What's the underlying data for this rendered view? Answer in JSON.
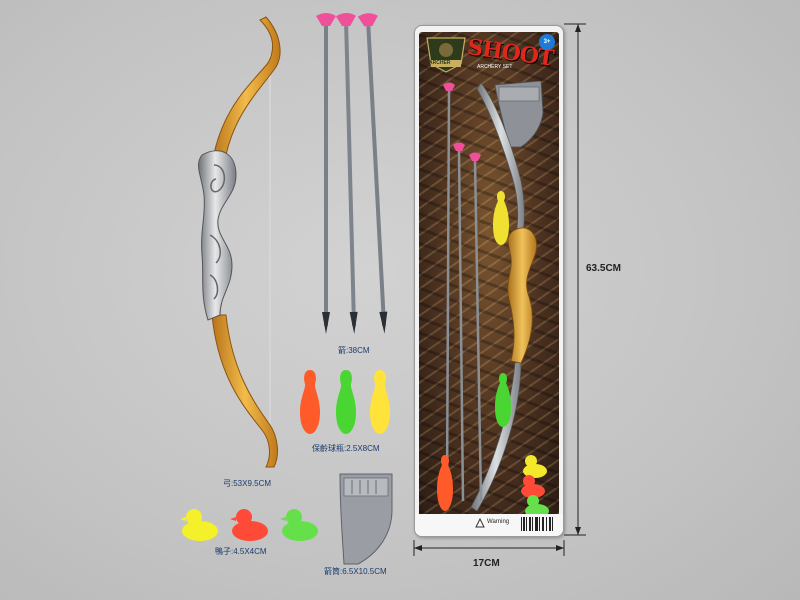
{
  "labels": {
    "bow": "弓:53X9.5CM",
    "arrow": "箭:38CM",
    "pins": "保齡球瓶:2.5X8CM",
    "ducks": "鴨子:4.5X4CM",
    "quiver": "箭筒:6.5X10.5CM"
  },
  "dimensions": {
    "height": "63.5CM",
    "width": "17CM"
  },
  "package": {
    "title": "SHOOT",
    "subtitle": "ARCHERY SET",
    "age": "3+",
    "brand": "ARCHER",
    "warning": "Warning"
  },
  "colors": {
    "bow_gold": "#e0a030",
    "bow_grip": "#a8a8a8",
    "suction_pink": "#f0509a",
    "arrow_shaft": "#7a8087",
    "pin_orange": "#ff5a2a",
    "pin_green": "#4ad632",
    "pin_yellow": "#ffe33a",
    "duck_yellow": "#f4f02a",
    "duck_red": "#ff4a38",
    "duck_green": "#66e04a",
    "quiver_gray": "#9a9ea4"
  }
}
